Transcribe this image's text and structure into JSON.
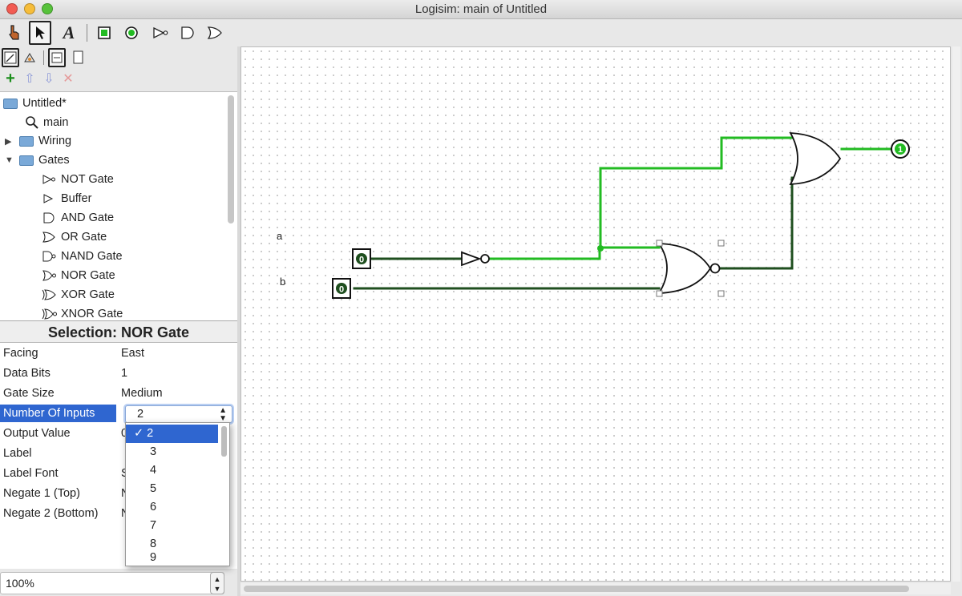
{
  "window": {
    "title": "Logisim: main of Untitled"
  },
  "toolbar": {
    "row1": [
      {
        "name": "poke-tool-icon",
        "glyph": "☝"
      },
      {
        "name": "select-tool-icon",
        "glyph": "➤"
      },
      {
        "name": "text-tool-icon",
        "glyph": "A"
      },
      {
        "name": "input-pin-tool-icon",
        "glyph": "■"
      },
      {
        "name": "output-pin-tool-icon",
        "glyph": "●"
      },
      {
        "name": "not-gate-tool-icon",
        "glyph": "▷"
      },
      {
        "name": "and-gate-tool-icon",
        "glyph": "D"
      },
      {
        "name": "or-gate-tool-icon",
        "glyph": "▷"
      }
    ]
  },
  "explorer": {
    "project": "Untitled*",
    "circuit": "main",
    "folders": [
      "Wiring",
      "Gates"
    ],
    "gates": [
      "NOT Gate",
      "Buffer",
      "AND Gate",
      "OR Gate",
      "NAND Gate",
      "NOR Gate",
      "XOR Gate",
      "XNOR Gate"
    ]
  },
  "selection": {
    "header": "Selection: NOR Gate",
    "attributes": [
      {
        "name": "Facing",
        "value": "East"
      },
      {
        "name": "Data Bits",
        "value": "1"
      },
      {
        "name": "Gate Size",
        "value": "Medium"
      },
      {
        "name": "Number Of Inputs",
        "value": "2"
      },
      {
        "name": "Output Value",
        "value": "0"
      },
      {
        "name": "Label",
        "value": ""
      },
      {
        "name": "Label Font",
        "value": "S"
      },
      {
        "name": "Negate 1 (Top)",
        "value": "N"
      },
      {
        "name": "Negate 2 (Bottom)",
        "value": "N"
      }
    ]
  },
  "dropdown": {
    "checked": "✓ 2",
    "options": [
      "3",
      "4",
      "5",
      "6",
      "7",
      "8",
      "9"
    ]
  },
  "zoom": {
    "value": "100%"
  },
  "canvas": {
    "labels": {
      "a": "a",
      "b": "b"
    },
    "pins": {
      "in_a": "0",
      "in_b": "0",
      "out": "1"
    },
    "colors": {
      "wire_on": "#22bb22",
      "wire_off": "#1f4f1f",
      "gate": "#111111"
    }
  }
}
